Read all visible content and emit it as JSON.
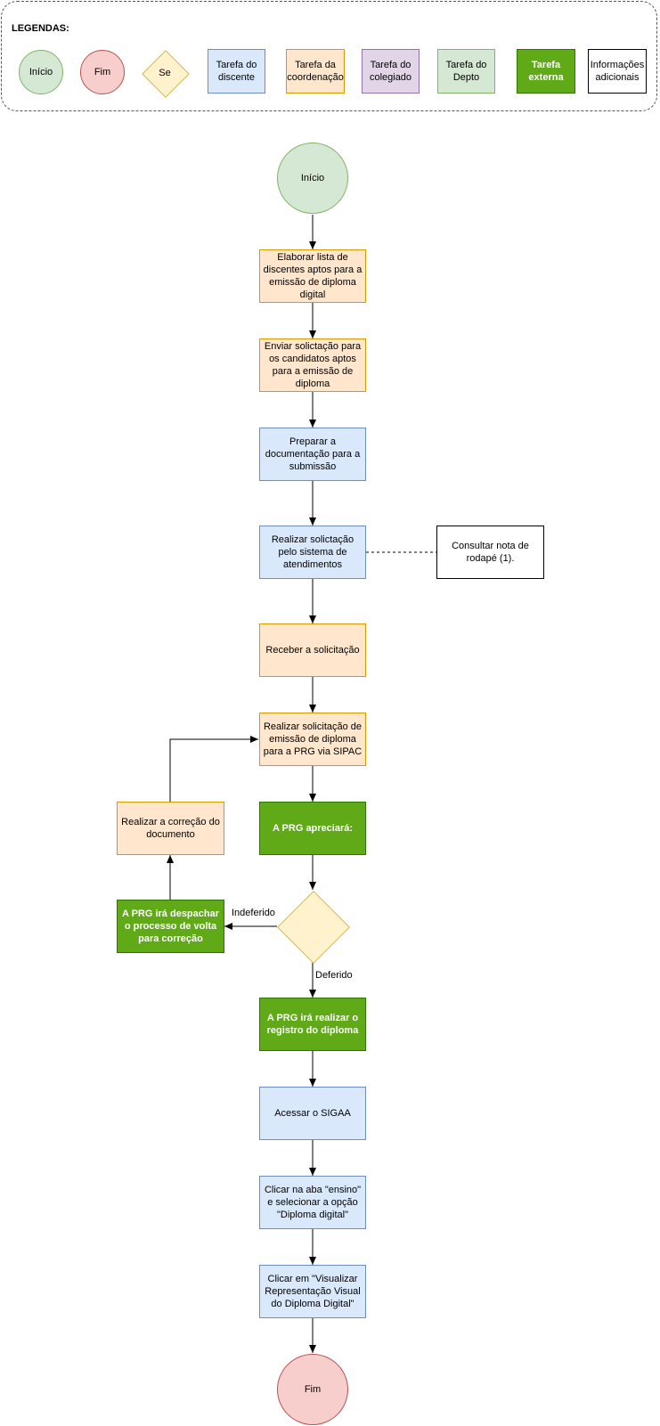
{
  "legend": {
    "title": "LEGENDAS:",
    "start": "Início",
    "end": "Fim",
    "decision": "Se",
    "student_task": "Tarefa do discente",
    "coordination_task": "Tarefa da coordenação",
    "collegiate_task": "Tarefa do colegiado",
    "dept_task": "Tarefa do Depto",
    "external_task": "Tarefa externa",
    "additional_info": "Informações adicionais"
  },
  "flow": {
    "start": "Início",
    "step1": "Elaborar lista de discentes aptos para a emissão de diploma digital",
    "step2": "Enviar solictação para os candidatos aptos para a emissão de diploma",
    "step3": "Preparar a documentação para a submissão",
    "step4": "Realizar solictação pelo sistema de atendimentos",
    "note": "Consultar nota de rodapé (1).",
    "step5": "Receber a solicitação",
    "step6": "Realizar solicitação de emissão de diploma para a PRG via SIPAC",
    "step7": "A PRG apreciará:",
    "rejected_label": "Indeferido",
    "approved_label": "Deferido",
    "rejected_action": "A PRG irá despachar o processo de volta para correção",
    "correction": "Realizar a correção do documento",
    "step8": "A PRG irá realizar o registro do diploma",
    "step9": "Acessar o SIGAA",
    "step10": "Clicar na aba \"ensino\" e selecionar a opção \"Diploma digital\"",
    "step11": "Clicar em \"Visualizar Representação Visual do Diploma Digital\"",
    "end": "Fim"
  },
  "colors": {
    "student": "#dae8fc",
    "coordination": "#ffe6cc",
    "collegiate": "#e1d5e7",
    "dept": "#d5e8d4",
    "external": "#60a917",
    "start": "#d5e8d4",
    "end": "#f8cecc",
    "decision": "#fff2cc"
  }
}
